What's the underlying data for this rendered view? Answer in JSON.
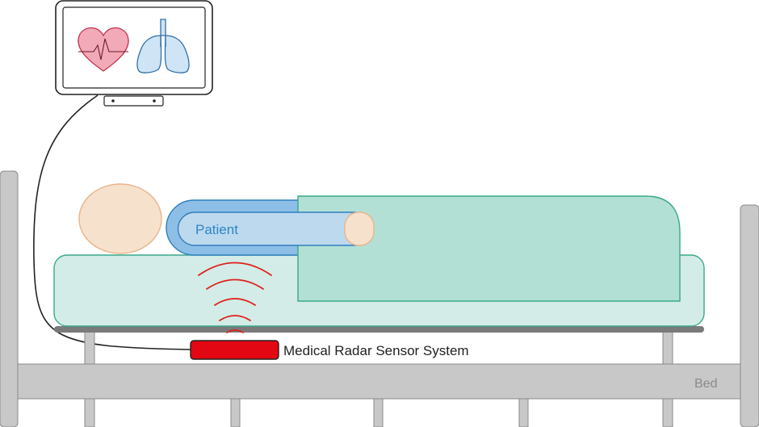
{
  "labels": {
    "patient": "Patient",
    "sensor": "Medical Radar Sensor System",
    "bed": "Bed"
  },
  "monitor": {
    "icons": [
      "heart-icon",
      "lungs-icon"
    ]
  },
  "colors": {
    "sensor_red": "#e30613",
    "radar_wave": "#e0201c",
    "sheet_green": "#b3e0d5",
    "mattress": "#d3ece7",
    "teal_outline": "#3aa88a",
    "arm_blue": "#bcd9ee",
    "arm_blue_dark": "#8dbfe6",
    "skin": "#f6e1cc",
    "frame_grey": "#c8c8c8",
    "heart_pink": "#f3aab8",
    "lung_blue": "#cfe4f4"
  }
}
